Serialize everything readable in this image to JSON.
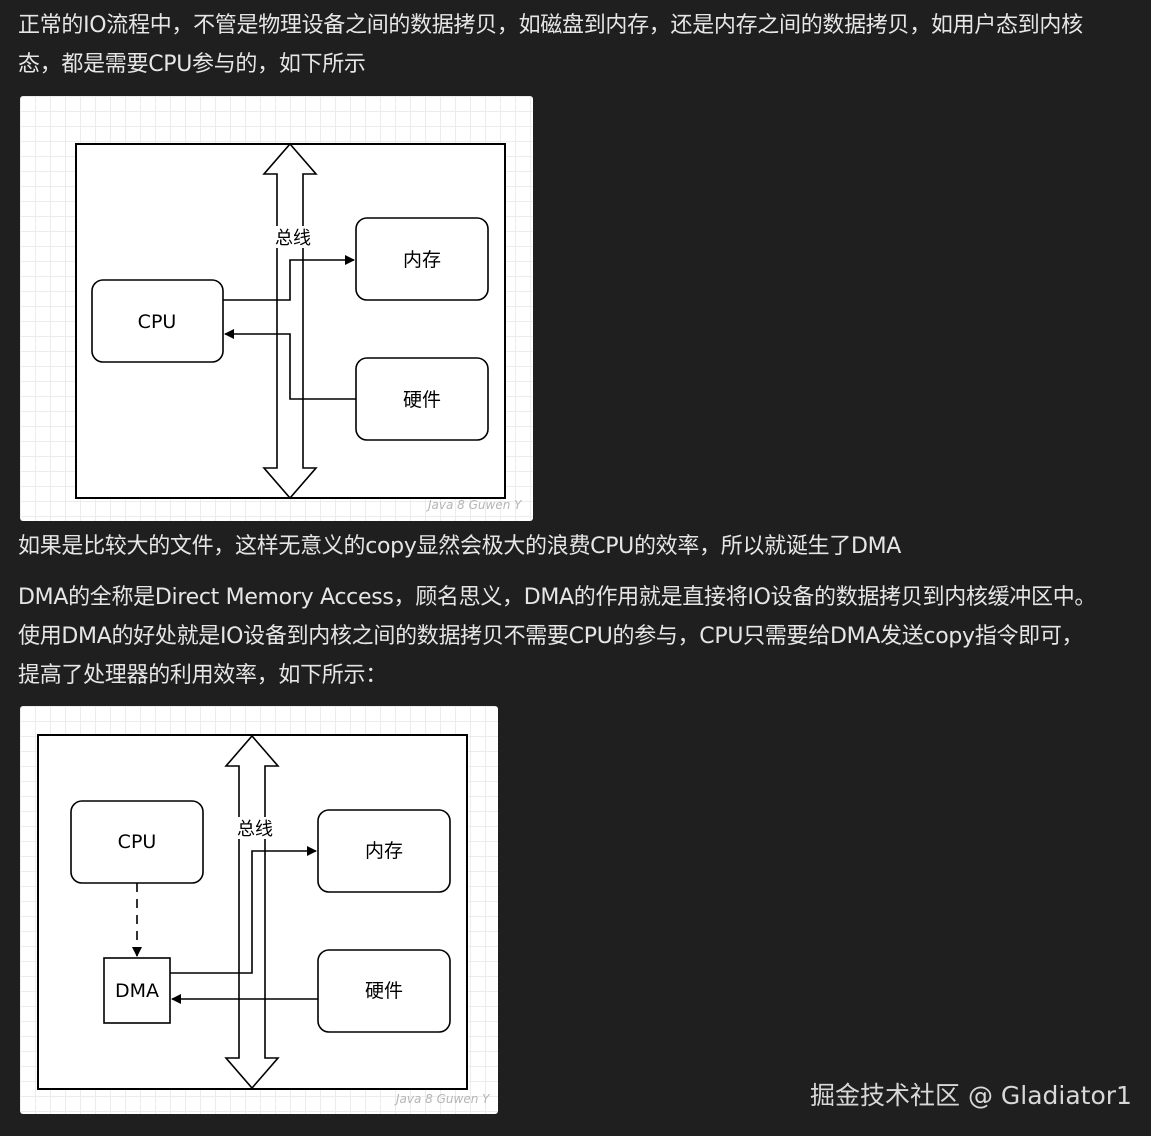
{
  "article": {
    "para1": [
      "正常的IO流程中，不管是物理设备之间的数据拷贝，如磁盘到内存，还是内存之间的数据拷贝，如用户态到内核",
      "态，都是需要CPU参与的，如下所示"
    ],
    "para2": "如果是比较大的文件，这样无意义的copy显然会极大的浪费CPU的效率，所以就诞生了DMA",
    "para3": [
      "DMA的全称是Direct  Memory Access，顾名思义，DMA的作用就是直接将IO设备的数据拷贝到内核缓冲区中。",
      "使用DMA的好处就是IO设备到内核之间的数据拷贝不需要CPU的参与，CPU只需要给DMA发送copy指令即可，",
      "提高了处理器的利用效率，如下所示："
    ]
  },
  "diagram1": {
    "bus_label": "总线",
    "cpu_label": "CPU",
    "memory_label": "内存",
    "hardware_label": "硬件",
    "watermark": "Java 8 Guwen Y"
  },
  "diagram2": {
    "bus_label": "总线",
    "cpu_label": "CPU",
    "dma_label": "DMA",
    "memory_label": "内存",
    "hardware_label": "硬件",
    "watermark": "Java 8 Guwen Y"
  },
  "site_watermark": "掘金技术社区 @ Gladiator1"
}
